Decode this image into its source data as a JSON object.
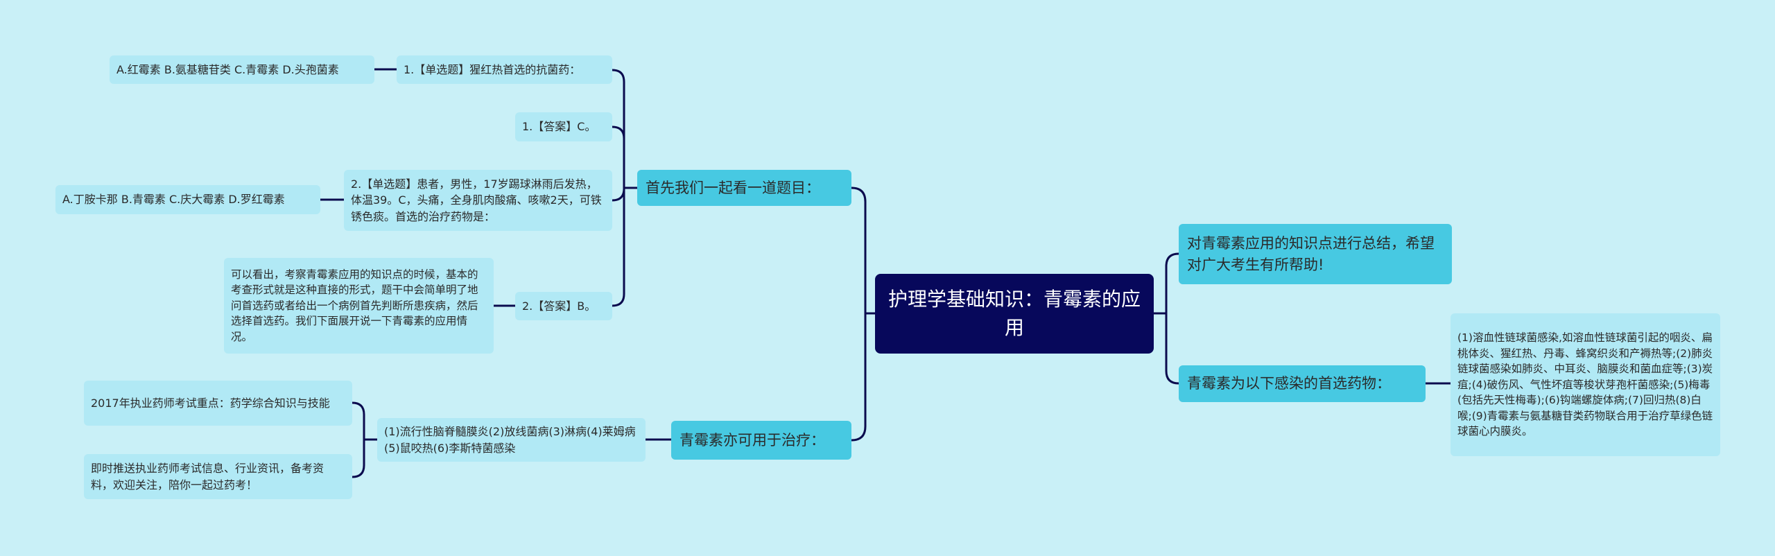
{
  "root": {
    "title": "护理学基础知识：青霉素的应用"
  },
  "left": {
    "first": {
      "label": "首先我们一起看一道题目：",
      "q1": {
        "question": "1.【单选题】猩红热首选的抗菌药：",
        "options": "A.红霉素 B.氨基糖苷类 C.青霉素 D.头孢菌素"
      },
      "a1": "1.【答案】C。",
      "q2": {
        "question": "2.【单选题】患者，男性，17岁踢球淋雨后发热，体温39。C，头痛，全身肌肉酸痛、咳嗽2天，可铁锈色痰。首选的治疗药物是：",
        "options": "A.丁胺卡那 B.青霉素 C.庆大霉素 D.罗红霉素"
      },
      "a2": {
        "answer": "2.【答案】B。",
        "note": "可以看出，考察青霉素应用的知识点的时候，基本的考查形式就是这种直接的形式，题干中会简单明了地问首选药或者给出一个病例首先判断所患疾病，然后选择首选药。我们下面展开说一下青霉素的应用情况。"
      }
    },
    "also": {
      "label": "青霉素亦可用于治疗：",
      "detail": "(1)流行性脑脊髓膜炎(2)放线菌病(3)淋病(4)莱姆病(5)鼠咬热(6)李斯特菌感染",
      "extra": [
        "2017年执业药师考试重点：药学综合知识与技能",
        "即时推送执业药师考试信息、行业资讯，备考资料，欢迎关注，陪你一起过药考！"
      ]
    }
  },
  "right": {
    "summary": "对青霉素应用的知识点进行总结，希望对广大考生有所帮助!",
    "first_choice": {
      "label": "青霉素为以下感染的首选药物：",
      "detail": "(1)溶血性链球菌感染,如溶血性链球菌引起的咽炎、扁桃体炎、猩红热、丹毒、蜂窝织炎和产褥热等;(2)肺炎链球菌感染如肺炎、中耳炎、脑膜炎和菌血症等;(3)炭疽;(4)破伤风、气性坏疽等梭状芽孢杆菌感染;(5)梅毒(包括先天性梅毒);(6)钩端螺旋体病;(7)回归热(8)白喉;(9)青霉素与氨基糖苷类药物联合用于治疗草绿色链球菌心内膜炎。"
    }
  }
}
